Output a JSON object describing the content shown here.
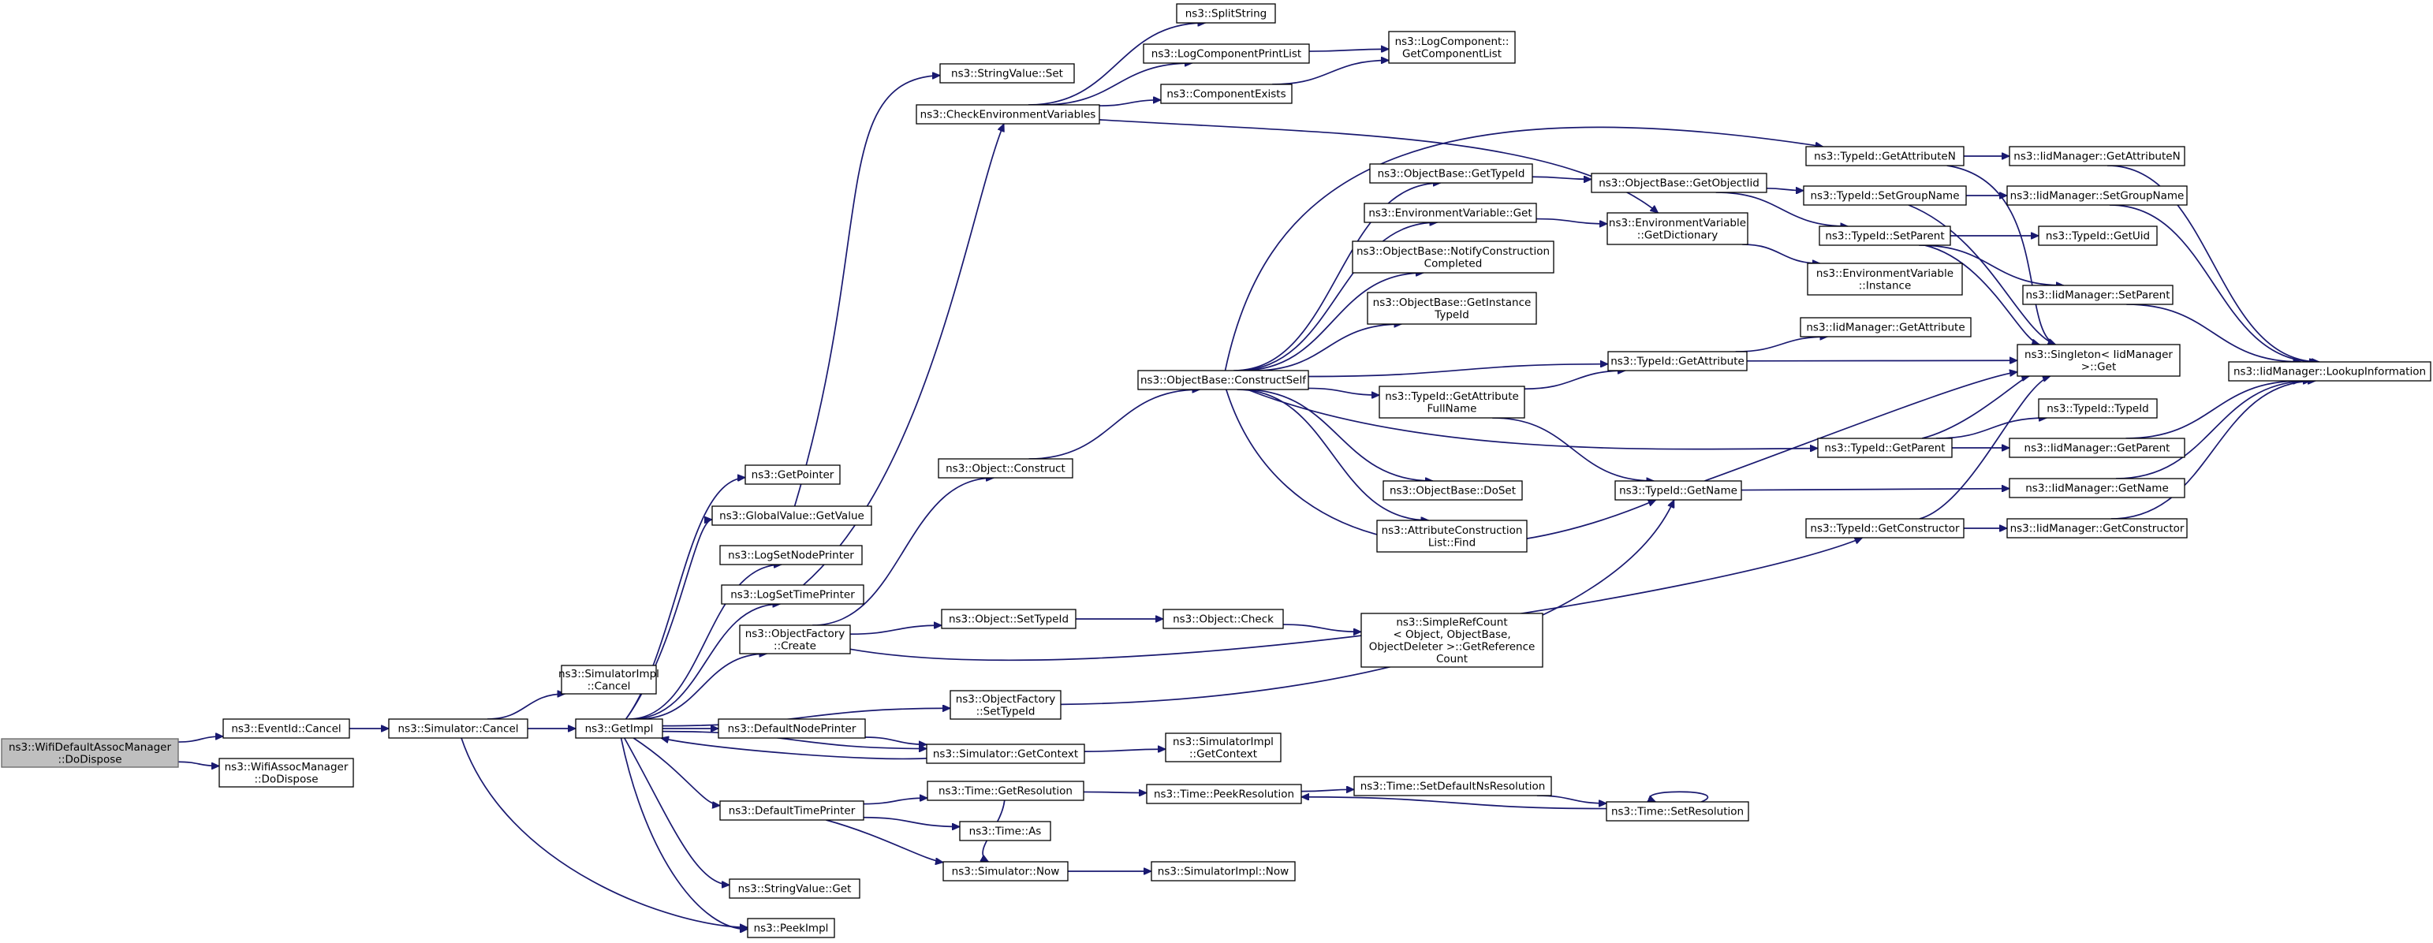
{
  "graph": {
    "title": "",
    "edge_color": "#191970",
    "root_fill": "#bfbfbf",
    "nodes": [
      {
        "id": "wifi_dodispose",
        "lines": [
          "ns3::WifiDefaultAssocManager",
          "::DoDispose"
        ],
        "root": true
      },
      {
        "id": "eventid_cancel",
        "lines": [
          "ns3::EventId::Cancel"
        ]
      },
      {
        "id": "wifiassoc_dodispose",
        "lines": [
          "ns3::WifiAssocManager",
          "::DoDispose"
        ]
      },
      {
        "id": "simulator_cancel",
        "lines": [
          "ns3::Simulator::Cancel"
        ]
      },
      {
        "id": "simimpl_cancel",
        "lines": [
          "ns3::SimulatorImpl",
          "::Cancel"
        ]
      },
      {
        "id": "getimpl",
        "lines": [
          "ns3::GetImpl"
        ]
      },
      {
        "id": "peekimpl",
        "lines": [
          "ns3::PeekImpl"
        ]
      },
      {
        "id": "getpointer",
        "lines": [
          "ns3::GetPointer"
        ]
      },
      {
        "id": "globalvalue_getvalue",
        "lines": [
          "ns3::GlobalValue::GetValue"
        ]
      },
      {
        "id": "logsetnodeprinter",
        "lines": [
          "ns3::LogSetNodePrinter"
        ]
      },
      {
        "id": "logsettimeprinter",
        "lines": [
          "ns3::LogSetTimePrinter"
        ]
      },
      {
        "id": "objectfactory_create",
        "lines": [
          "ns3::ObjectFactory",
          "::Create"
        ]
      },
      {
        "id": "defaultnodeprinter",
        "lines": [
          "ns3::DefaultNodePrinter"
        ]
      },
      {
        "id": "defaulttimeprinter",
        "lines": [
          "ns3::DefaultTimePrinter"
        ]
      },
      {
        "id": "stringvalue_get",
        "lines": [
          "ns3::StringValue::Get"
        ]
      },
      {
        "id": "stringvalue_set",
        "lines": [
          "ns3::StringValue::Set"
        ]
      },
      {
        "id": "checkenv",
        "lines": [
          "ns3::CheckEnvironmentVariables"
        ]
      },
      {
        "id": "splitstring",
        "lines": [
          "ns3::SplitString"
        ]
      },
      {
        "id": "logcomponentprintlist",
        "lines": [
          "ns3::LogComponentPrintList"
        ]
      },
      {
        "id": "componentexists",
        "lines": [
          "ns3::ComponentExists"
        ]
      },
      {
        "id": "logcomponent_getlist",
        "lines": [
          "ns3::LogComponent::",
          "GetComponentList"
        ]
      },
      {
        "id": "object_construct",
        "lines": [
          "ns3::Object::Construct"
        ]
      },
      {
        "id": "object_settypeid",
        "lines": [
          "ns3::Object::SetTypeId"
        ]
      },
      {
        "id": "objectfactory_settypeid",
        "lines": [
          "ns3::ObjectFactory",
          "::SetTypeId"
        ]
      },
      {
        "id": "simulator_getcontext",
        "lines": [
          "ns3::Simulator::GetContext"
        ]
      },
      {
        "id": "time_getresolution",
        "lines": [
          "ns3::Time::GetResolution"
        ]
      },
      {
        "id": "time_as",
        "lines": [
          "ns3::Time::As"
        ]
      },
      {
        "id": "simulator_now",
        "lines": [
          "ns3::Simulator::Now"
        ]
      },
      {
        "id": "constructself",
        "lines": [
          "ns3::ObjectBase::ConstructSelf"
        ]
      },
      {
        "id": "object_check",
        "lines": [
          "ns3::Object::Check"
        ]
      },
      {
        "id": "simimpl_getcontext",
        "lines": [
          "ns3::SimulatorImpl",
          "::GetContext"
        ]
      },
      {
        "id": "time_peekresolution",
        "lines": [
          "ns3::Time::PeekResolution"
        ]
      },
      {
        "id": "simimpl_now",
        "lines": [
          "ns3::SimulatorImpl::Now"
        ]
      },
      {
        "id": "objectbase_gettypeid",
        "lines": [
          "ns3::ObjectBase::GetTypeId"
        ]
      },
      {
        "id": "envvar_get",
        "lines": [
          "ns3::EnvironmentVariable::Get"
        ]
      },
      {
        "id": "notifyconstruction",
        "lines": [
          "ns3::ObjectBase::NotifyConstruction",
          "Completed"
        ]
      },
      {
        "id": "getinstancetypeid",
        "lines": [
          "ns3::ObjectBase::GetInstance",
          "TypeId"
        ]
      },
      {
        "id": "typeid_getattributefullname",
        "lines": [
          "ns3::TypeId::GetAttribute",
          "FullName"
        ]
      },
      {
        "id": "objectbase_doset",
        "lines": [
          "ns3::ObjectBase::DoSet"
        ]
      },
      {
        "id": "attrconstructionlist_find",
        "lines": [
          "ns3::AttributeConstruction",
          "List::Find"
        ]
      },
      {
        "id": "simplerefcount",
        "lines": [
          "ns3::SimpleRefCount",
          "< Object, ObjectBase,",
          "ObjectDeleter >::GetReference",
          "Count"
        ]
      },
      {
        "id": "time_setdefaultns",
        "lines": [
          "ns3::Time::SetDefaultNsResolution"
        ]
      },
      {
        "id": "time_setresolution",
        "lines": [
          "ns3::Time::SetResolution"
        ]
      },
      {
        "id": "objectbase_getobjectiid",
        "lines": [
          "ns3::ObjectBase::GetObjectIid"
        ]
      },
      {
        "id": "envvar_getdictionary",
        "lines": [
          "ns3::EnvironmentVariable",
          "::GetDictionary"
        ]
      },
      {
        "id": "typeid_getattribute",
        "lines": [
          "ns3::TypeId::GetAttribute"
        ]
      },
      {
        "id": "typeid_getname",
        "lines": [
          "ns3::TypeId::GetName"
        ]
      },
      {
        "id": "typeid_getattributen",
        "lines": [
          "ns3::TypeId::GetAttributeN"
        ]
      },
      {
        "id": "typeid_setgroupname",
        "lines": [
          "ns3::TypeId::SetGroupName"
        ]
      },
      {
        "id": "typeid_setparent",
        "lines": [
          "ns3::TypeId::SetParent"
        ]
      },
      {
        "id": "envvar_instance",
        "lines": [
          "ns3::EnvironmentVariable",
          "::Instance"
        ]
      },
      {
        "id": "iid_getattribute",
        "lines": [
          "ns3::IidManager::GetAttribute"
        ]
      },
      {
        "id": "typeid_getparent",
        "lines": [
          "ns3::TypeId::GetParent"
        ]
      },
      {
        "id": "typeid_getconstructor",
        "lines": [
          "ns3::TypeId::GetConstructor"
        ]
      },
      {
        "id": "iid_getattributen",
        "lines": [
          "ns3::IidManager::GetAttributeN"
        ]
      },
      {
        "id": "iid_setgroupname",
        "lines": [
          "ns3::IidManager::SetGroupName"
        ]
      },
      {
        "id": "typeid_getuid",
        "lines": [
          "ns3::TypeId::GetUid"
        ]
      },
      {
        "id": "iid_setparent",
        "lines": [
          "ns3::IidManager::SetParent"
        ]
      },
      {
        "id": "singleton_get",
        "lines": [
          "ns3::Singleton< IidManager",
          " >::Get"
        ]
      },
      {
        "id": "typeid_typeid",
        "lines": [
          "ns3::TypeId::TypeId"
        ]
      },
      {
        "id": "iid_getparent",
        "lines": [
          "ns3::IidManager::GetParent"
        ]
      },
      {
        "id": "iid_getname",
        "lines": [
          "ns3::IidManager::GetName"
        ]
      },
      {
        "id": "iid_getconstructor",
        "lines": [
          "ns3::IidManager::GetConstructor"
        ]
      },
      {
        "id": "iid_lookupinformation",
        "lines": [
          "ns3::IidManager::LookupInformation"
        ]
      }
    ],
    "edges": [
      [
        "wifi_dodispose",
        "eventid_cancel"
      ],
      [
        "wifi_dodispose",
        "wifiassoc_dodispose"
      ],
      [
        "eventid_cancel",
        "simulator_cancel"
      ],
      [
        "simulator_cancel",
        "simimpl_cancel"
      ],
      [
        "simulator_cancel",
        "getimpl"
      ],
      [
        "simulator_cancel",
        "peekimpl"
      ],
      [
        "getimpl",
        "getpointer"
      ],
      [
        "getimpl",
        "globalvalue_getvalue"
      ],
      [
        "getimpl",
        "logsetnodeprinter"
      ],
      [
        "getimpl",
        "logsettimeprinter"
      ],
      [
        "getimpl",
        "objectfactory_create"
      ],
      [
        "getimpl",
        "objectfactory_settypeid"
      ],
      [
        "getimpl",
        "defaultnodeprinter"
      ],
      [
        "getimpl",
        "simulator_getcontext"
      ],
      [
        "getimpl",
        "defaulttimeprinter"
      ],
      [
        "getimpl",
        "stringvalue_get"
      ],
      [
        "getimpl",
        "peekimpl"
      ],
      [
        "globalvalue_getvalue",
        "stringvalue_set"
      ],
      [
        "logsettimeprinter",
        "checkenv"
      ],
      [
        "checkenv",
        "splitstring"
      ],
      [
        "checkenv",
        "logcomponentprintlist"
      ],
      [
        "checkenv",
        "componentexists"
      ],
      [
        "checkenv",
        "envvar_getdictionary"
      ],
      [
        "logcomponentprintlist",
        "logcomponent_getlist"
      ],
      [
        "componentexists",
        "logcomponent_getlist"
      ],
      [
        "objectfactory_create",
        "object_construct"
      ],
      [
        "objectfactory_create",
        "object_settypeid"
      ],
      [
        "objectfactory_create",
        "typeid_getconstructor"
      ],
      [
        "object_construct",
        "constructself"
      ],
      [
        "object_settypeid",
        "object_check"
      ],
      [
        "object_check",
        "simplerefcount"
      ],
      [
        "objectfactory_settypeid",
        "typeid_getname"
      ],
      [
        "defaultnodeprinter",
        "simulator_getcontext"
      ],
      [
        "simulator_getcontext",
        "simimpl_getcontext"
      ],
      [
        "simulator_getcontext",
        "getimpl"
      ],
      [
        "defaulttimeprinter",
        "time_getresolution"
      ],
      [
        "defaulttimeprinter",
        "time_as"
      ],
      [
        "defaulttimeprinter",
        "simulator_now"
      ],
      [
        "time_getresolution",
        "time_peekresolution"
      ],
      [
        "time_getresolution",
        "simulator_now"
      ],
      [
        "simulator_now",
        "simimpl_now"
      ],
      [
        "time_peekresolution",
        "time_setdefaultns"
      ],
      [
        "time_setdefaultns",
        "time_setresolution"
      ],
      [
        "time_setresolution",
        "time_setresolution"
      ],
      [
        "time_setresolution",
        "time_peekresolution"
      ],
      [
        "constructself",
        "objectbase_gettypeid"
      ],
      [
        "constructself",
        "envvar_get"
      ],
      [
        "constructself",
        "notifyconstruction"
      ],
      [
        "constructself",
        "getinstancetypeid"
      ],
      [
        "constructself",
        "typeid_getattributefullname"
      ],
      [
        "constructself",
        "objectbase_doset"
      ],
      [
        "constructself",
        "attrconstructionlist_find"
      ],
      [
        "constructself",
        "typeid_getattribute"
      ],
      [
        "constructself",
        "typeid_getname"
      ],
      [
        "constructself",
        "typeid_getattributen"
      ],
      [
        "constructself",
        "typeid_getparent"
      ],
      [
        "objectbase_gettypeid",
        "objectbase_getobjectiid"
      ],
      [
        "envvar_get",
        "envvar_getdictionary"
      ],
      [
        "objectbase_getobjectiid",
        "typeid_setgroupname"
      ],
      [
        "objectbase_getobjectiid",
        "typeid_setparent"
      ],
      [
        "envvar_getdictionary",
        "envvar_instance"
      ],
      [
        "typeid_getattributefullname",
        "typeid_getattribute"
      ],
      [
        "typeid_getattributefullname",
        "typeid_getname"
      ],
      [
        "typeid_getattribute",
        "iid_getattribute"
      ],
      [
        "typeid_getattribute",
        "singleton_get"
      ],
      [
        "typeid_getname",
        "singleton_get"
      ],
      [
        "typeid_getname",
        "iid_getname"
      ],
      [
        "typeid_getattributen",
        "iid_getattributen"
      ],
      [
        "typeid_getattributen",
        "singleton_get"
      ],
      [
        "typeid_setgroupname",
        "iid_setgroupname"
      ],
      [
        "typeid_setgroupname",
        "singleton_get"
      ],
      [
        "typeid_setparent",
        "typeid_getuid"
      ],
      [
        "typeid_setparent",
        "iid_setparent"
      ],
      [
        "typeid_setparent",
        "singleton_get"
      ],
      [
        "typeid_getparent",
        "typeid_typeid"
      ],
      [
        "typeid_getparent",
        "iid_getparent"
      ],
      [
        "typeid_getparent",
        "singleton_get"
      ],
      [
        "typeid_getconstructor",
        "iid_getconstructor"
      ],
      [
        "typeid_getconstructor",
        "singleton_get"
      ],
      [
        "iid_getattributen",
        "iid_lookupinformation"
      ],
      [
        "iid_setgroupname",
        "iid_lookupinformation"
      ],
      [
        "iid_setparent",
        "iid_lookupinformation"
      ],
      [
        "iid_getparent",
        "iid_lookupinformation"
      ],
      [
        "iid_getname",
        "iid_lookupinformation"
      ],
      [
        "iid_getconstructor",
        "iid_lookupinformation"
      ]
    ]
  }
}
